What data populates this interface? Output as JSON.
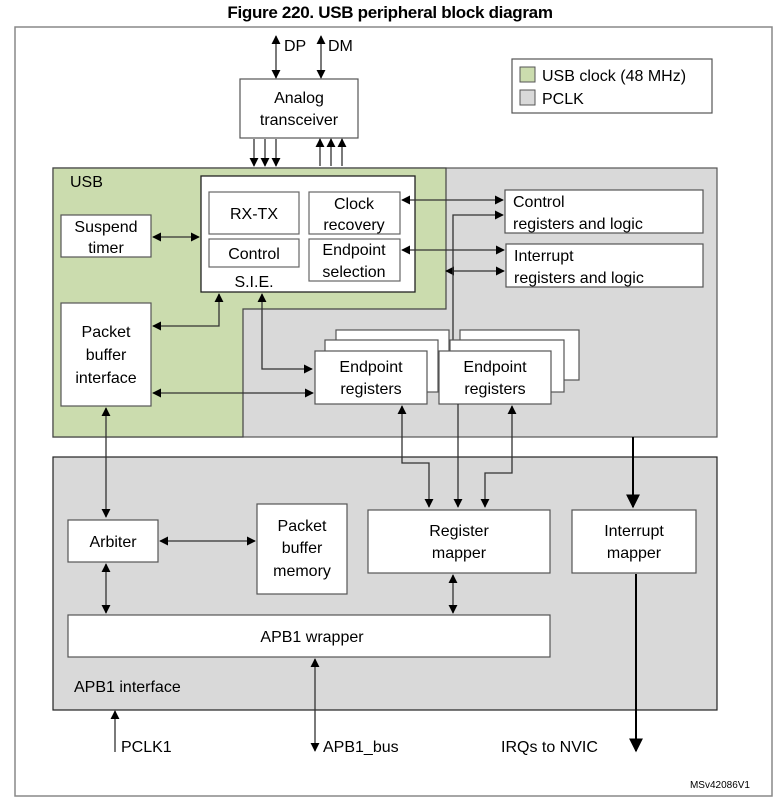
{
  "title": "Figure 220. USB peripheral block diagram",
  "colors": {
    "usb_clock_domain": "#cbdcae",
    "pclk_domain": "#d9d9d9",
    "block_fill": "#ffffff",
    "frame_border": "#888888"
  },
  "legend": {
    "items": [
      {
        "label": "USB clock (48 MHz)",
        "swatch": "usb_clock_domain"
      },
      {
        "label": "PCLK",
        "swatch": "pclk_domain"
      }
    ]
  },
  "pins": {
    "dp": "DP",
    "dm": "DM",
    "pclk1": "PCLK1",
    "apb1_bus": "APB1_bus",
    "irqs": "IRQs to NVIC"
  },
  "usb_block": {
    "label": "USB",
    "analog_transceiver": [
      "Analog",
      "transceiver"
    ],
    "suspend_timer": [
      "Suspend",
      "timer"
    ],
    "sie": {
      "label": "S.I.E.",
      "rx_tx": "RX-TX",
      "control": "Control",
      "clock_recovery": [
        "Clock",
        "recovery"
      ],
      "endpoint_selection": [
        "Endpoint",
        "selection"
      ]
    },
    "packet_buffer_interface": [
      "Packet",
      "buffer",
      "interface"
    ],
    "control_registers": [
      "Control",
      "registers and logic"
    ],
    "interrupt_registers": [
      "Interrupt",
      "registers and logic"
    ],
    "endpoint_registers": [
      [
        "Endpoint",
        "registers"
      ],
      [
        "Endpoint",
        "registers"
      ]
    ]
  },
  "apb1_block": {
    "label": "APB1 interface",
    "arbiter": "Arbiter",
    "packet_buffer_memory": [
      "Packet",
      "buffer",
      "memory"
    ],
    "register_mapper": [
      "Register",
      "mapper"
    ],
    "interrupt_mapper": [
      "Interrupt",
      "mapper"
    ],
    "apb1_wrapper": "APB1 wrapper"
  },
  "figure_id": "MSv42086V1"
}
